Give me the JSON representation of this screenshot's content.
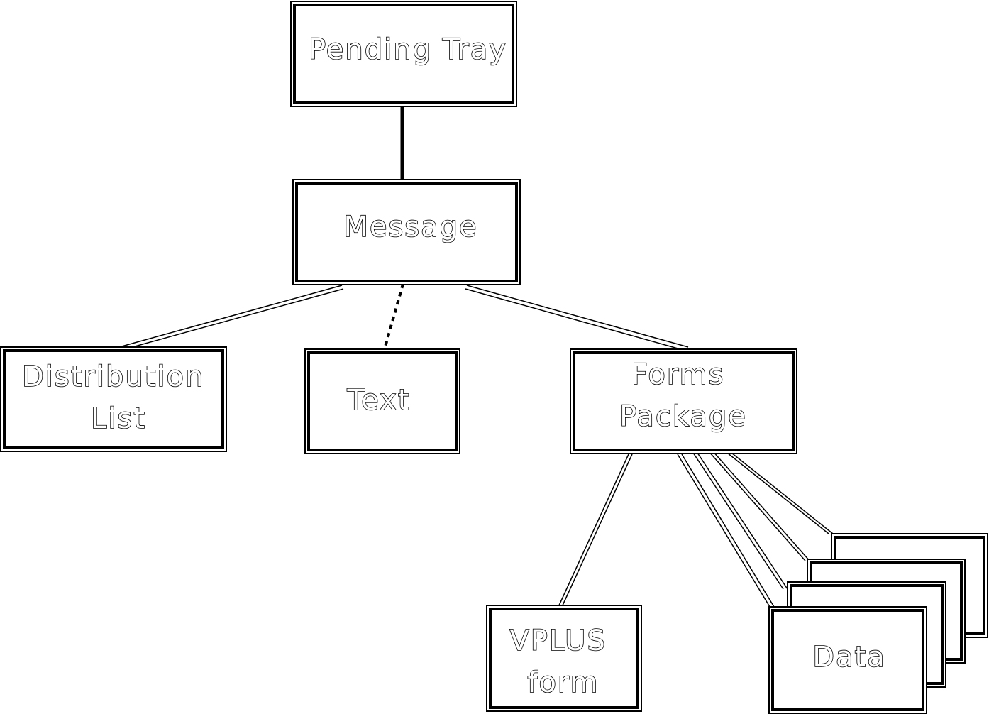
{
  "diagram": {
    "nodes": {
      "pending_tray": {
        "lines": [
          "Pending Tray"
        ]
      },
      "message": {
        "lines": [
          "Message"
        ]
      },
      "distribution_list": {
        "lines": [
          "Distribution",
          "List"
        ]
      },
      "text": {
        "lines": [
          "Text"
        ]
      },
      "forms_package": {
        "lines": [
          "Forms",
          "Package"
        ]
      },
      "vplus_form": {
        "lines": [
          "VPLUS",
          "form"
        ]
      },
      "data": {
        "lines": [
          "Data"
        ]
      }
    },
    "colors": {
      "line": "#000000",
      "background": "#ffffff"
    }
  }
}
